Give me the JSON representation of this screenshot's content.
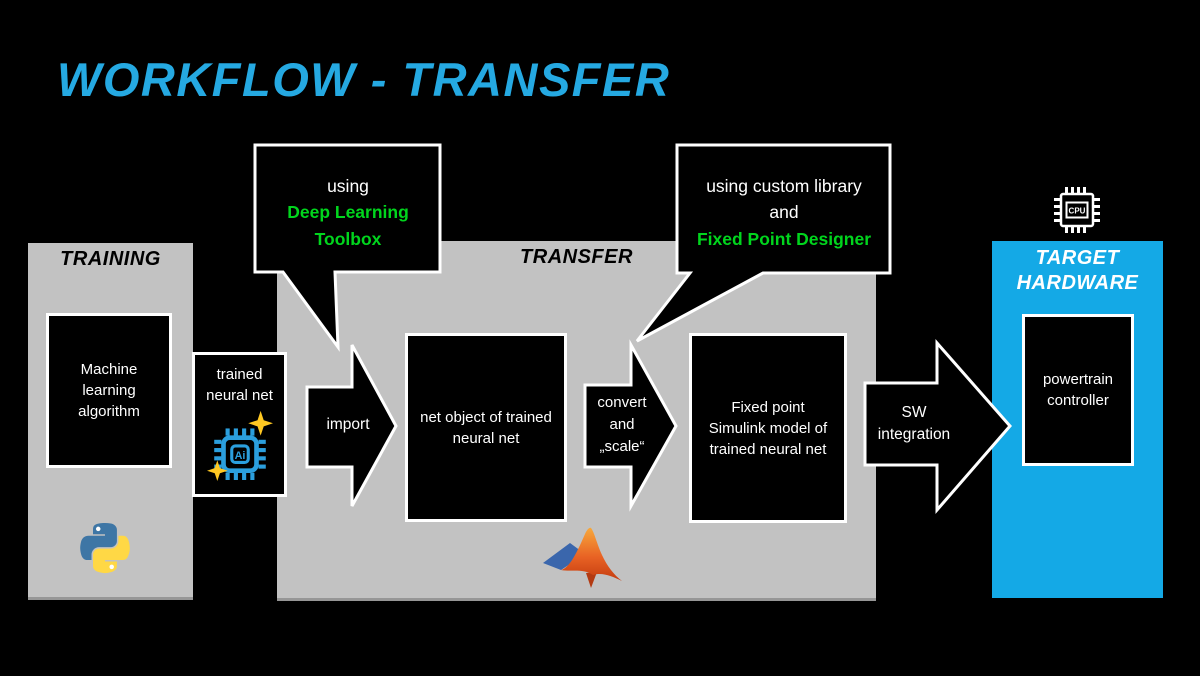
{
  "title": "WORKFLOW - TRANSFER",
  "colors": {
    "title_cyan": "#25A9E2",
    "panel_gray": "#C2C2C2",
    "panel_blue": "#14A9E6",
    "highlight_green": "#00D51D",
    "box_fill": "#000000",
    "box_border": "#FFFFFF",
    "ai_chip_blue": "#2B9FDE",
    "sparkle_yellow": "#FFC822"
  },
  "sections": {
    "training": {
      "label": "TRAINING"
    },
    "transfer": {
      "label": "TRANSFER"
    },
    "target": {
      "label_line1": "TARGET",
      "label_line2": "HARDWARE"
    }
  },
  "nodes": {
    "ml_algorithm": "Machine learning algorithm",
    "trained_net": "trained neural net",
    "net_object": "net object of trained neural net",
    "fixed_point_model": "Fixed point Simulink model of trained neural net",
    "powertrain": "powertrain controller"
  },
  "arrows": {
    "import": {
      "label": "import"
    },
    "convert": {
      "line1": "convert",
      "line2": "and",
      "line3": "„scale“"
    },
    "sw_integration": {
      "line1": "SW",
      "line2": "integration"
    }
  },
  "callouts": {
    "deep_learning": {
      "line1": "using",
      "line2": "Deep Learning Toolbox"
    },
    "fixed_point": {
      "line1": "using custom library",
      "line2": "and",
      "line3": "Fixed Point Designer"
    }
  },
  "icons": {
    "python": "python-logo",
    "matlab": "matlab-logo",
    "ai_chip": "ai-chip",
    "ai_chip_label": "Ai",
    "cpu": "cpu-chip",
    "cpu_label": "CPU"
  }
}
